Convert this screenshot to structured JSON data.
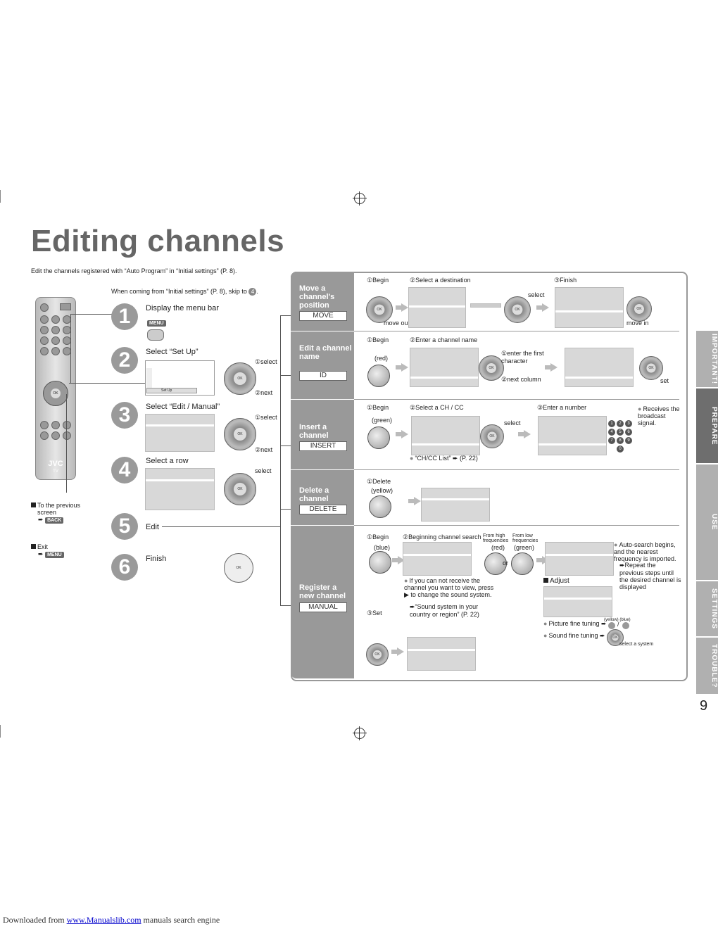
{
  "page": {
    "title": "Editing channels",
    "intro": "Edit the channels registered with “Auto Program” in “Initial settings” (P. 8).",
    "skip_note": "When coming from “Initial settings” (P. 8), skip to",
    "skip_target": "4",
    "page_number": "9"
  },
  "steps": [
    {
      "num": "1",
      "label": "Display the menu bar",
      "key": "MENU"
    },
    {
      "num": "2",
      "label": "Select “Set Up”",
      "hint1": "①select",
      "hint2": "②next",
      "screen_item": "Set Up"
    },
    {
      "num": "3",
      "label": "Select “Edit / Manual”",
      "hint1": "①select",
      "hint2": "②next"
    },
    {
      "num": "4",
      "label": "Select a row",
      "hint1": "select"
    },
    {
      "num": "5",
      "label": "Edit"
    },
    {
      "num": "6",
      "label": "Finish"
    }
  ],
  "remote": {
    "brand": "JVC",
    "sub": "TV"
  },
  "side_notes": {
    "prev_title": "To the previous screen",
    "prev_key": "BACK",
    "exit_title": "Exit",
    "exit_key": "MENU"
  },
  "sections": {
    "move": {
      "title": "Move a channel's position",
      "tag": "MOVE",
      "s1": "①Begin",
      "s2": "②Select a destination",
      "s3": "③Finish",
      "move_out": "move out",
      "select": "select",
      "move_in": "move in"
    },
    "id": {
      "title": "Edit a channel name",
      "tag": "ID",
      "s1": "①Begin",
      "s2": "②Enter a channel name",
      "color": "(red)",
      "enter_first": "①enter the first character",
      "next_column": "②next column",
      "set": "set"
    },
    "insert": {
      "title": "Insert a channel",
      "tag": "INSERT",
      "s1": "①Begin",
      "s2": "②Select a CH / CC",
      "s3": "③Enter a number",
      "color": "(green)",
      "select": "select",
      "note": "Receives the broadcast signal.",
      "list_ref": "“CH/CC List” ➨ (P. 22)",
      "keys": [
        "1",
        "2",
        "3",
        "4",
        "5",
        "6",
        "7",
        "8",
        "9",
        "0"
      ]
    },
    "delete": {
      "title": "Delete a channel",
      "tag": "DELETE",
      "s1": "①Delete",
      "color": "(yellow)"
    },
    "manual": {
      "title": "Register a new channel",
      "tag": "MANUAL",
      "s1": "①Begin",
      "s2": "②Beginning channel search",
      "s3": "③Set",
      "color_blue": "(blue)",
      "high": "From high frequencies",
      "low": "From low frequencies",
      "red": "(red)",
      "green": "(green)",
      "or": "or",
      "auto_note": "Auto-search begins, and the nearest frequency is imported.",
      "repeat_note": "➨Repeat the previous steps until the desired channel is displayed",
      "adjust": "Adjust",
      "no_receive": "If you can not receive the channel you want to view, press ▶ to change the sound system.",
      "sound_ref": "➨“Sound system in your country or region” (P. 22)",
      "picture_tune": "Picture fine tuning ➨",
      "sound_tune": "Sound fine tuning ➨",
      "yellow_blue": "(yellow) (blue)",
      "slash": "/",
      "select_system": "select a system"
    }
  },
  "tabs": [
    "IMPORTANT!",
    "PREPARE",
    "USE",
    "SETTINGS",
    "TROUBLE?"
  ],
  "footer": {
    "prefix": "Downloaded from",
    "link": "www.Manualslib.com",
    "suffix": "manuals search engine"
  }
}
